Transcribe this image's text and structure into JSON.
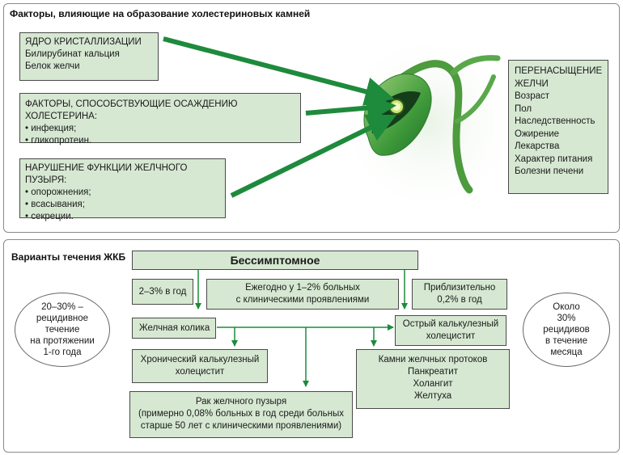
{
  "colors": {
    "box_fill": "#d6e8d2",
    "arrow_green": "#1e8a3c",
    "border": "#4a4a4a"
  },
  "top": {
    "title": "Факторы, влияющие на образование холестериновых камней",
    "box1": {
      "head": "ЯДРО КРИСТАЛЛИЗАЦИИ",
      "lines": [
        "Билирубинат кальция",
        "Белок желчи"
      ]
    },
    "box2": {
      "head": "ФАКТОРЫ, СПОСОБСТВУЮЩИЕ ОСАЖДЕНИЮ ХОЛЕСТЕРИНА:",
      "items": [
        "инфекция;",
        "гликопротеин."
      ]
    },
    "box3": {
      "head": "НАРУШЕНИЕ ФУНКЦИИ ЖЕЛЧНОГО ПУЗЫРЯ:",
      "items": [
        "опорожнения;",
        "всасывания;",
        "секреции."
      ]
    },
    "right_box": {
      "head1": "ПЕРЕНАСЫЩЕНИЕ",
      "head2": "ЖЕЛЧИ",
      "lines": [
        "Возраст",
        "Пол",
        "Наследственность",
        "Ожирение",
        "Лекарства",
        "Характер питания",
        "Болезни печени"
      ]
    },
    "illustration": "gallbladder-illustration"
  },
  "bottom": {
    "title": "Варианты течения ЖКБ",
    "asymptomatic": "Бессимптомное",
    "pct_per_year": "2–3% в год",
    "yearly": {
      "line1": "Ежегодно у 1–2% больных",
      "line2": "с клиническими проявлениями"
    },
    "approx": {
      "line1": "Приблизительно",
      "line2": "0,2% в год"
    },
    "colic": "Желчная колика",
    "acute": {
      "line1": "Острый калькулезный",
      "line2": "холецистит"
    },
    "chronic": {
      "line1": "Хронический калькулезный",
      "line2": "холецистит"
    },
    "ducts": [
      "Камни желчных протоков",
      "Панкреатит",
      "Холангит",
      "Желтуха"
    ],
    "cancer": {
      "line1": "Рак желчного пузыря",
      "line2": "(примерно 0,08% больных в год среди больных",
      "line3": "старше 50 лет с клиническими проявлениями)"
    },
    "left_oval": [
      "20–30% –",
      "рецидивное",
      "течение",
      "на протяжении",
      "1-го года"
    ],
    "right_oval": [
      "Около",
      "30%",
      "рецидивов",
      "в течение",
      "месяца"
    ]
  }
}
